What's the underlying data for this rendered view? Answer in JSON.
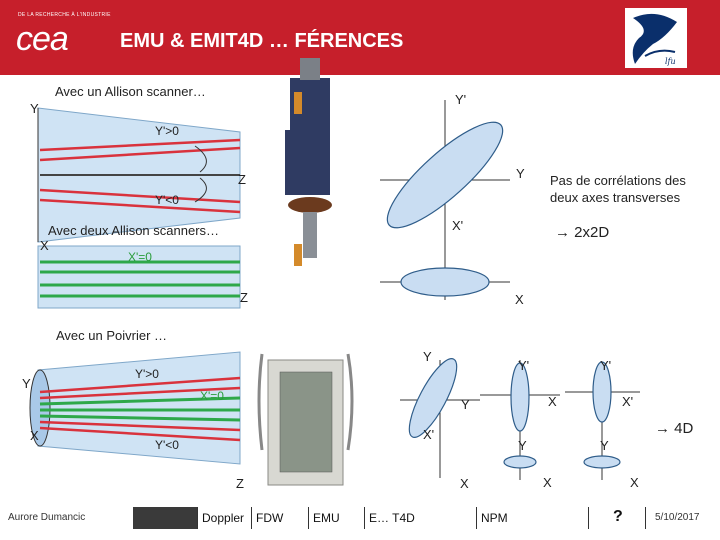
{
  "header": {
    "title": "EMU & EMIT4D … FÉRENCES",
    "logo_text": "cea",
    "logo_subtext": "DE LA RECHERCHE À L'INDUSTRIE"
  },
  "section1": {
    "caption": "Avec un Allison scanner…",
    "y_label": "Y",
    "yp_pos": "Y'>0",
    "yp_neg": "Y'<0",
    "z_label": "Z",
    "plot_yp": "Y'",
    "plot_y": "Y"
  },
  "section2": {
    "caption": "Avec deux Allison scanners…",
    "x_label": "X",
    "xp_zero": "X'=0",
    "z_label": "Z",
    "plot_xp": "X'",
    "plot_x": "X"
  },
  "note": {
    "correlation": "Pas de corrélations des deux axes transverses",
    "result_2x2": "→ 2x2D",
    "result_4d": "→ 4D"
  },
  "section3": {
    "caption": "Avec un Poivrier …",
    "y_label": "Y",
    "x_label": "X",
    "yp_pos": "Y'>0",
    "xp_zero": "X'=0",
    "yp_neg": "Y'<0",
    "z_label": "Z",
    "plot1_y": "Y",
    "plot1_xp": "X'",
    "plot1_x": "X",
    "plot2_yp": "Y'",
    "plot2_y": "Y",
    "plot2_x": "X",
    "plot3_yp": "Y'",
    "plot3_xp": "X'",
    "plot3_y": "Y",
    "plot4_y": "Y",
    "plot4_x": "X"
  },
  "footer": {
    "author": "Aurore Dumancic",
    "items": [
      "Doppler",
      "FDW",
      "EMU",
      "E… T4D",
      "NPM",
      "?"
    ],
    "date": "5/10/2017"
  },
  "colors": {
    "header_red": "#c61f2b",
    "beam_fill": "#cfe3f4",
    "ray_red": "#d9323c",
    "ray_green": "#2ea84a",
    "ellipse_fill": "#c9ddf2",
    "ellipse_stroke": "#2f5d8a"
  }
}
